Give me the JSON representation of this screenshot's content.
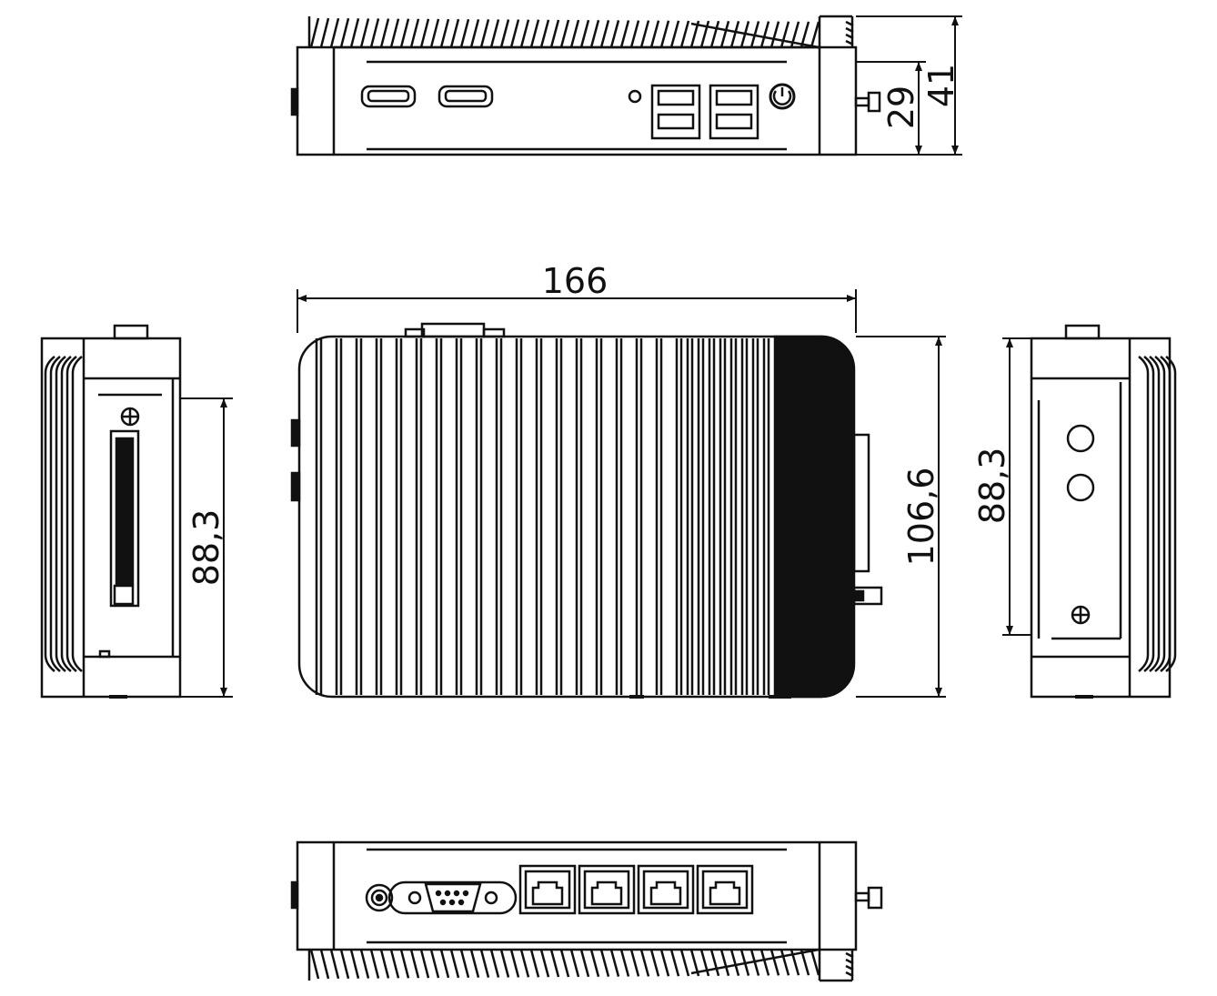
{
  "dimensions": {
    "width_total": "166",
    "height_total": "41",
    "height_inner": "29",
    "depth_total": "106,6",
    "depth_left_side": "88,3",
    "depth_right_side": "88,3"
  },
  "colors": {
    "line": "#111111",
    "background": "#ffffff"
  },
  "icons": {
    "power": "power-icon",
    "screw": "screw-icon"
  }
}
